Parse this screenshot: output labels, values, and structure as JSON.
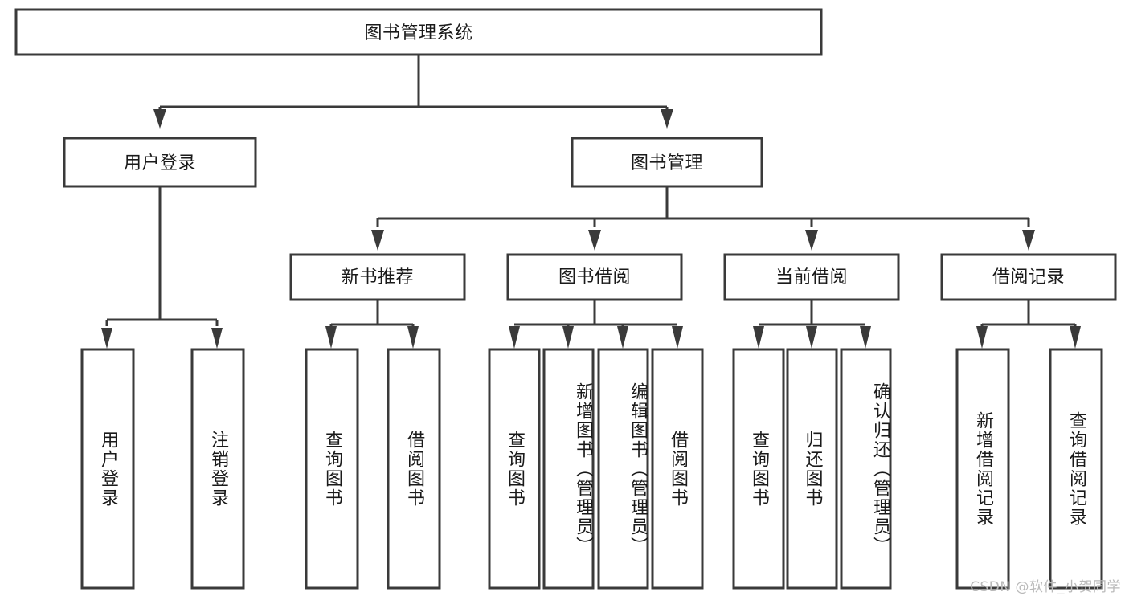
{
  "diagram": {
    "title": "图书管理系统",
    "type": "tree",
    "watermark": "CSDN @软件_小贺同学",
    "colors": {
      "stroke": "#3a3a3a",
      "fill": "#ffffff",
      "text": "#1a1a1a",
      "watermark": "#b9b9b9",
      "background": "#ffffff"
    },
    "root": {
      "label": "图书管理系统"
    },
    "level2": [
      {
        "label": "用户登录"
      },
      {
        "label": "图书管理"
      }
    ],
    "level3": [
      {
        "label": "新书推荐"
      },
      {
        "label": "图书借阅"
      },
      {
        "label": "当前借阅"
      },
      {
        "label": "借阅记录"
      }
    ],
    "leaves": {
      "user_login": [
        {
          "label": "用户登录"
        },
        {
          "label": "注销登录"
        }
      ],
      "new_book_recommend": [
        {
          "label": "查询图书"
        },
        {
          "label": "借阅图书"
        }
      ],
      "book_borrow": [
        {
          "label": "查询图书"
        },
        {
          "label": "新增图书（管理员）"
        },
        {
          "label": "编辑图书（管理员）"
        },
        {
          "label": "借阅图书"
        }
      ],
      "current_borrow": [
        {
          "label": "查询图书"
        },
        {
          "label": "归还图书"
        },
        {
          "label": "确认归还（管理员）"
        }
      ],
      "borrow_record": [
        {
          "label": "新增借阅记录"
        },
        {
          "label": "查询借阅记录"
        }
      ]
    }
  }
}
